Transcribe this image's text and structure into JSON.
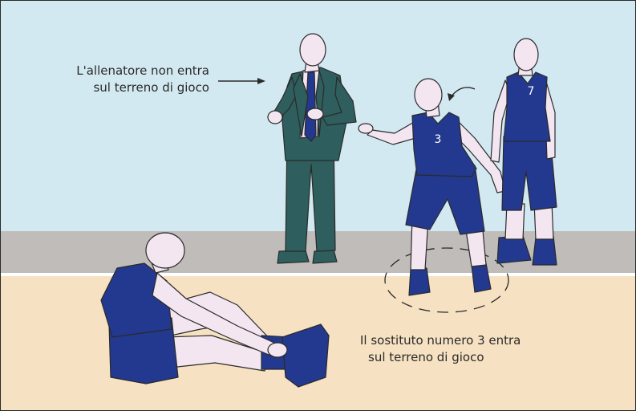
{
  "annotations": {
    "coach": {
      "line1": "L'allenatore non entra",
      "line2": "sul terreno di gioco"
    },
    "substitute": {
      "line1": "Il sostituto numero 3 entra",
      "line2": "sul terreno di gioco"
    }
  },
  "jerseys": {
    "substitute_number": "3",
    "teammate_number": "7"
  },
  "colors": {
    "wall": "#d3e9f2",
    "floor": "#f6e2c2",
    "baseboard": "#c0bcba",
    "uniform": "#23398f",
    "suit": "#2e5e5d",
    "skin": "#f4e6f0",
    "outline": "#2a2a2a"
  }
}
